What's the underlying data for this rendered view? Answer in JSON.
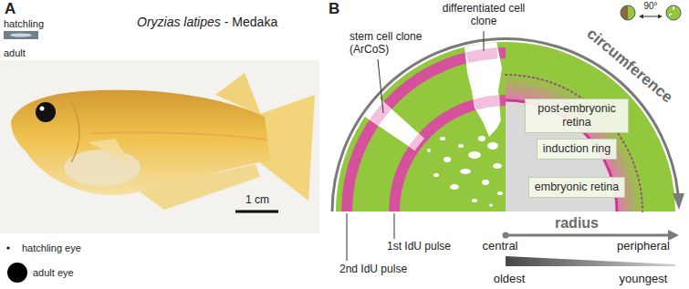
{
  "diagram": {
    "nodes": [
      {
        "text": [
          "post-embryonic retina"
        ]
      },
      {
        "text": [
          "induction ring"
        ]
      },
      {
        "text": [
          "embryonic retina"
        ]
      }
    ],
    "labels": [
      "A",
      "hatchling",
      "Oryzias latipes",
      "- Medaka",
      "adult",
      "1 cm",
      "hatchling eye",
      "adult eye",
      "B",
      "differentiated cell clone",
      "stem cell clone (ArCoS)",
      "90°",
      "circumference",
      "radius",
      "central",
      "peripheral",
      "oldest",
      "youngest",
      "1st IdU pulse",
      "2nd IdU pulse"
    ]
  }
}
